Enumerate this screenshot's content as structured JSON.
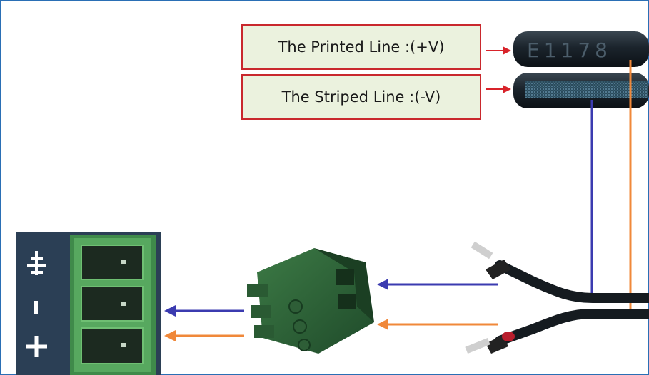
{
  "labels": {
    "printed_line": "The Printed Line :(+V)",
    "striped_line": "The Striped Line :(-V)"
  },
  "cable": {
    "printed_marking": "E1178"
  },
  "terminal": {
    "pin_symbols": [
      "ground",
      "-",
      "+"
    ]
  },
  "colors": {
    "frame_border": "#2a6fb5",
    "label_border": "#c9282d",
    "label_fill": "#ebf2de",
    "arrow_red": "#d8232a",
    "wire_blue": "#3b3bb0",
    "wire_orange": "#f0883a",
    "connector_green": "#2f6a3a",
    "panel_navy": "#2b3f55"
  },
  "icons": {
    "ground": "ground-icon",
    "minus": "minus-icon",
    "plus": "plus-icon"
  }
}
